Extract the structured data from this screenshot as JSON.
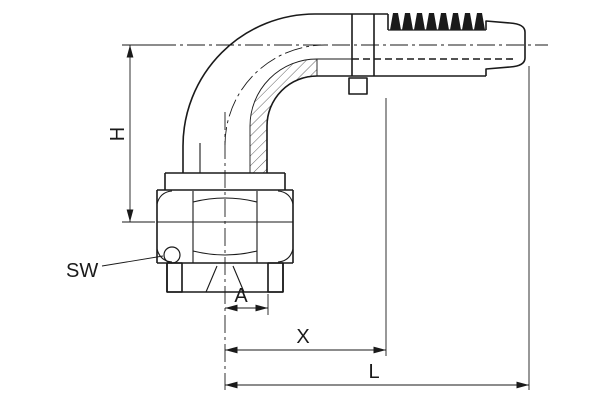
{
  "labels": {
    "h": "H",
    "sw": "SW",
    "a": "A",
    "x": "X",
    "l": "L"
  },
  "colors": {
    "line": "#1a1a1a",
    "background": "#ffffff"
  }
}
